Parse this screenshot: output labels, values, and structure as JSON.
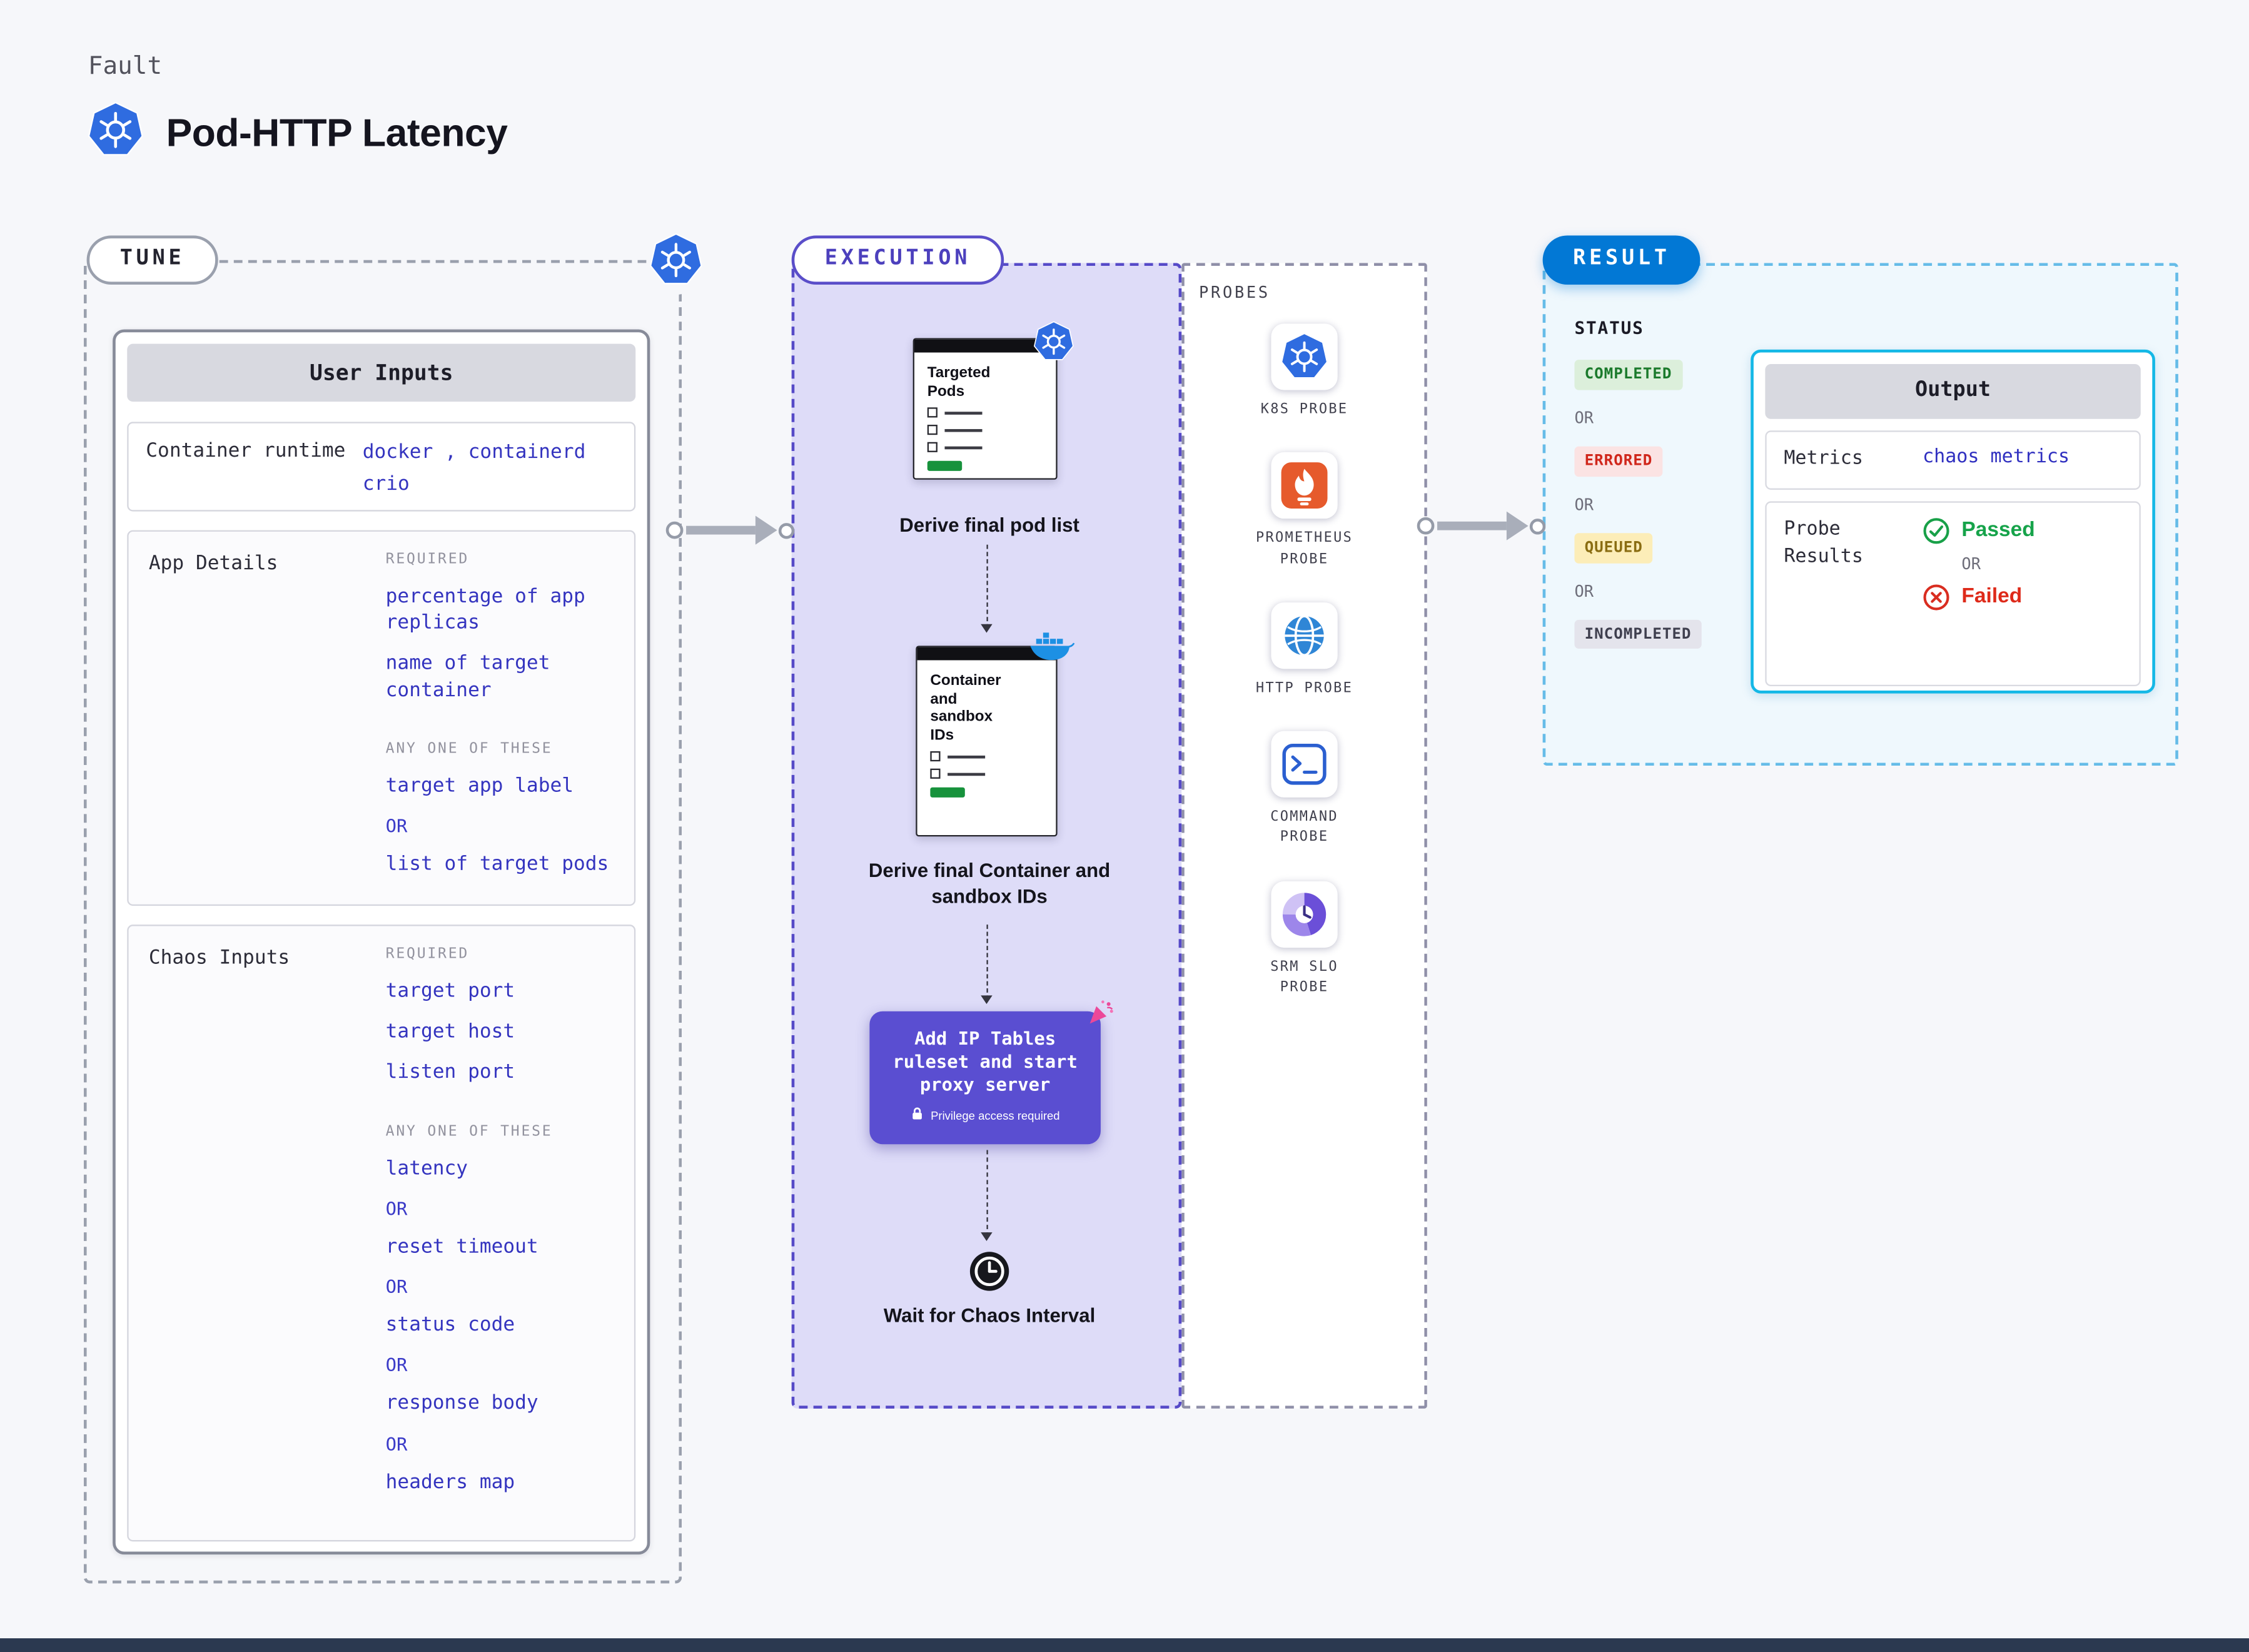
{
  "colors": {
    "accent_blue": "#0278d5",
    "value_indigo": "#3434bf",
    "execution_purple": "#5a4ed1",
    "success_green": "#1b7a2c",
    "error_red": "#d0261b",
    "warning_yellow": "#8a6d12",
    "output_cyan": "#14b8e6"
  },
  "header": {
    "eyebrow": "Fault",
    "title": "Pod-HTTP Latency"
  },
  "tune": {
    "label": "TUNE",
    "or_label": "OR",
    "card_title": "User Inputs",
    "runtime": {
      "label": "Container runtime",
      "line1": "docker , containerd",
      "line2": "crio"
    },
    "app_details": {
      "label": "App Details",
      "required_label": "REQUIRED",
      "required": [
        "percentage of app replicas",
        "name of target container"
      ],
      "any_one_label": "ANY ONE OF THESE",
      "options": [
        "target app label",
        "list of target pods"
      ]
    },
    "chaos_inputs": {
      "label": "Chaos Inputs",
      "required_label": "REQUIRED",
      "required": [
        "target port",
        "target host",
        "listen port"
      ],
      "any_one_label": "ANY ONE OF THESE",
      "options": [
        "latency",
        "reset timeout",
        "status code",
        "response body",
        "headers map"
      ]
    }
  },
  "execution": {
    "label": "EXECUTION",
    "doc1_title": "Targeted Pods",
    "caption1": "Derive final pod list",
    "doc2_title": "Container and sandbox IDs",
    "caption2": "Derive final Container and sandbox IDs",
    "action_title": "Add IP Tables ruleset and start proxy server",
    "action_note": "Privilege access required",
    "caption3": "Wait for Chaos Interval"
  },
  "probes": {
    "label": "PROBES",
    "items": [
      {
        "name": "K8S PROBE",
        "icon": "kubernetes-icon"
      },
      {
        "name": "PROMETHEUS PROBE",
        "icon": "prometheus-icon"
      },
      {
        "name": "HTTP PROBE",
        "icon": "globe-icon"
      },
      {
        "name": "COMMAND PROBE",
        "icon": "terminal-icon"
      },
      {
        "name": "SRM SLO PROBE",
        "icon": "pie-chart-icon"
      }
    ]
  },
  "result": {
    "label": "RESULT",
    "status_label": "STATUS",
    "or_label": "OR",
    "statuses": [
      {
        "label": "COMPLETED",
        "type": "success"
      },
      {
        "label": "ERRORED",
        "type": "error"
      },
      {
        "label": "QUEUED",
        "type": "warning"
      },
      {
        "label": "INCOMPLETED",
        "type": "muted"
      }
    ],
    "output": {
      "title": "Output",
      "metrics_label": "Metrics",
      "metrics_value": "chaos metrics",
      "probe_results_label": "Probe Results",
      "passed_label": "Passed",
      "or_label": "OR",
      "failed_label": "Failed"
    }
  }
}
